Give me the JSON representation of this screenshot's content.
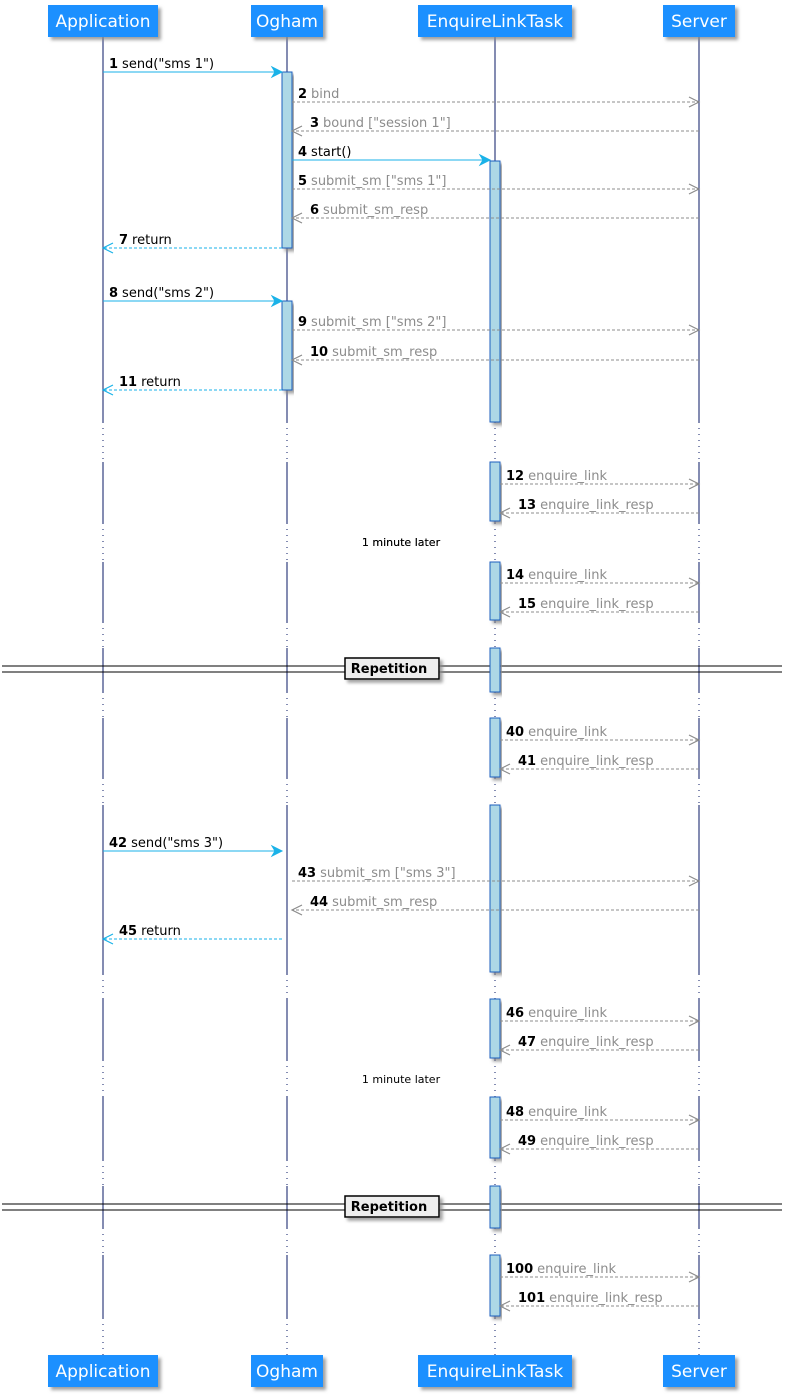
{
  "colors": {
    "participant_fill": "#1E90FF",
    "participant_shadow": "#9a9a9a",
    "lifeline": "#0a1a66",
    "activation_fill": "#ADD8E6",
    "activation_stroke": "#1f5fbf",
    "sync_arrow": "#1ab2e8",
    "async_arrow": "#8c8c8c",
    "async_text": "#8c8c8c",
    "divider_box": "#eeeeee"
  },
  "participants": [
    {
      "id": "app",
      "name": "Application"
    },
    {
      "id": "ogham",
      "name": "Ogham"
    },
    {
      "id": "task",
      "name": "EnquireLinkTask"
    },
    {
      "id": "server",
      "name": "Server"
    }
  ],
  "messages": [
    {
      "n": "1",
      "text": "send(\"sms 1\")",
      "from": "app",
      "to": "ogham",
      "style": "sync"
    },
    {
      "n": "2",
      "text": "bind",
      "from": "ogham",
      "to": "server",
      "style": "async"
    },
    {
      "n": "3",
      "text": "bound [\"session 1\"]",
      "from": "server",
      "to": "ogham",
      "style": "async"
    },
    {
      "n": "4",
      "text": "start()",
      "from": "ogham",
      "to": "task",
      "style": "sync"
    },
    {
      "n": "5",
      "text": "submit_sm [\"sms 1\"]",
      "from": "ogham",
      "to": "server",
      "style": "async"
    },
    {
      "n": "6",
      "text": "submit_sm_resp",
      "from": "server",
      "to": "ogham",
      "style": "async"
    },
    {
      "n": "7",
      "text": "return",
      "from": "ogham",
      "to": "app",
      "style": "sync_return"
    },
    {
      "n": "8",
      "text": "send(\"sms 2\")",
      "from": "app",
      "to": "ogham",
      "style": "sync"
    },
    {
      "n": "9",
      "text": "submit_sm [\"sms 2\"]",
      "from": "ogham",
      "to": "server",
      "style": "async"
    },
    {
      "n": "10",
      "text": "submit_sm_resp",
      "from": "server",
      "to": "ogham",
      "style": "async"
    },
    {
      "n": "11",
      "text": "return",
      "from": "ogham",
      "to": "app",
      "style": "sync_return"
    },
    {
      "n": "12",
      "text": "enquire_link",
      "from": "task",
      "to": "server",
      "style": "async"
    },
    {
      "n": "13",
      "text": "enquire_link_resp",
      "from": "server",
      "to": "task",
      "style": "async"
    },
    {
      "n": "14",
      "text": "enquire_link",
      "from": "task",
      "to": "server",
      "style": "async"
    },
    {
      "n": "15",
      "text": "enquire_link_resp",
      "from": "server",
      "to": "task",
      "style": "async"
    },
    {
      "n": "40",
      "text": "enquire_link",
      "from": "task",
      "to": "server",
      "style": "async"
    },
    {
      "n": "41",
      "text": "enquire_link_resp",
      "from": "server",
      "to": "task",
      "style": "async"
    },
    {
      "n": "42",
      "text": "send(\"sms 3\")",
      "from": "app",
      "to": "ogham",
      "style": "sync"
    },
    {
      "n": "43",
      "text": "submit_sm [\"sms 3\"]",
      "from": "ogham",
      "to": "server",
      "style": "async"
    },
    {
      "n": "44",
      "text": "submit_sm_resp",
      "from": "server",
      "to": "ogham",
      "style": "async"
    },
    {
      "n": "45",
      "text": "return",
      "from": "ogham",
      "to": "app",
      "style": "sync_return"
    },
    {
      "n": "46",
      "text": "enquire_link",
      "from": "task",
      "to": "server",
      "style": "async"
    },
    {
      "n": "47",
      "text": "enquire_link_resp",
      "from": "server",
      "to": "task",
      "style": "async"
    },
    {
      "n": "48",
      "text": "enquire_link",
      "from": "task",
      "to": "server",
      "style": "async"
    },
    {
      "n": "49",
      "text": "enquire_link_resp",
      "from": "server",
      "to": "task",
      "style": "async"
    },
    {
      "n": "100",
      "text": "enquire_link",
      "from": "task",
      "to": "server",
      "style": "async"
    },
    {
      "n": "101",
      "text": "enquire_link_resp",
      "from": "server",
      "to": "task",
      "style": "async"
    }
  ],
  "delays": [
    "",
    "1 minute later",
    "1 minute later",
    "",
    "",
    "",
    "",
    "1 minute later",
    "",
    ""
  ],
  "dividers": [
    "Repetition",
    "Repetition"
  ]
}
